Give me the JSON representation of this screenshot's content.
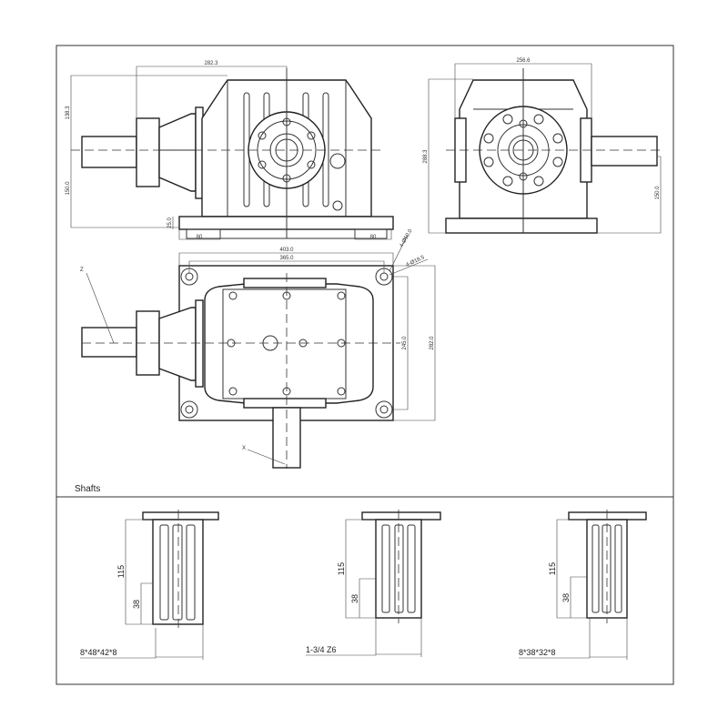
{
  "front_view": {
    "width_dim": "282.3",
    "upper_height_dim": "138.3",
    "lower_height_dim": "150.0",
    "base_height_dim": "25.0",
    "left_foot_dim": "80",
    "right_foot_dim": "80"
  },
  "side_view": {
    "width_dim": "256.6",
    "height_dim": "288.3",
    "shaft_height_dim": "150.0"
  },
  "plan_view": {
    "outer_width_dim": "403.0",
    "inner_width_dim": "365.0",
    "hole_large_dim": "4-Ø50.0",
    "hole_small_dim": "4-Ø18.5",
    "inner_depth_dim": "245.0",
    "outer_depth_dim": "282.0",
    "axis_z": "Z",
    "axis_x": "X"
  },
  "shafts_section": {
    "title": "Shafts",
    "shafts": [
      {
        "length": "115",
        "groove": "38",
        "spec": "8*48*42*8"
      },
      {
        "length": "115",
        "groove": "38",
        "spec": "1-3/4 Z6"
      },
      {
        "length": "115",
        "groove": "38",
        "spec": "8*38*32*8"
      }
    ]
  }
}
